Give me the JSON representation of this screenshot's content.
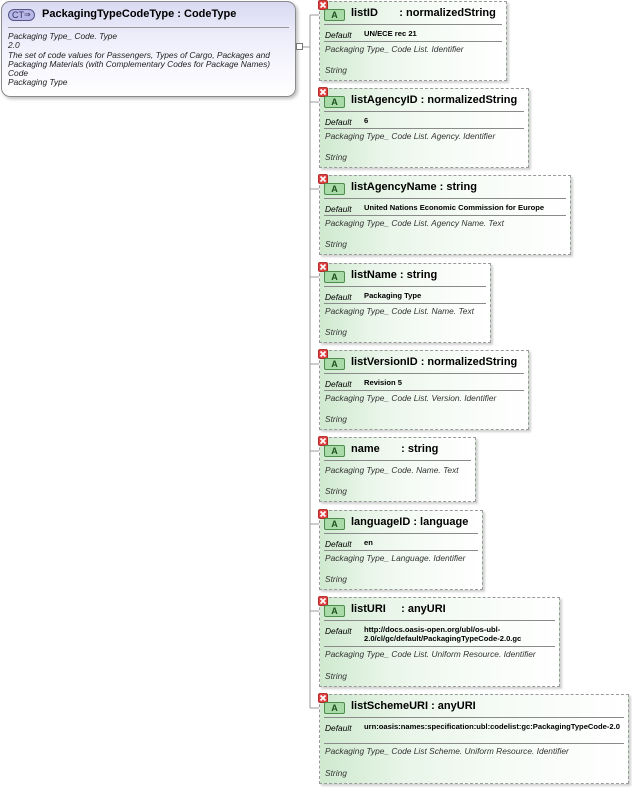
{
  "complex_type": {
    "badge": "CT",
    "name": "PackagingTypeCodeType : CodeType",
    "doc_lines": [
      "Packaging Type_ Code. Type",
      "2.0",
      "The set of code values for Passengers, Types of Cargo, Packages and Packaging Materials (with Complementary Codes for Package Names)",
      "Code",
      "Packaging Type"
    ]
  },
  "attributes": [
    {
      "name": "listID       : normalizedString",
      "default_label": "Default",
      "default": "UN/ECE rec 21",
      "doc": "Packaging Type_ Code List. Identifier",
      "type": "String"
    },
    {
      "name": "listAgencyID : normalizedString",
      "default_label": "Default",
      "default": "6",
      "doc": "Packaging Type_ Code List. Agency. Identifier",
      "type": "String"
    },
    {
      "name": "listAgencyName : string",
      "default_label": "Default",
      "default": "United Nations Economic Commission for Europe",
      "doc": "Packaging Type_ Code List. Agency Name. Text",
      "type": "String"
    },
    {
      "name": "listName : string",
      "default_label": "Default",
      "default": "Packaging Type",
      "doc": "Packaging Type_ Code List. Name. Text",
      "type": "String"
    },
    {
      "name": "listVersionID : normalizedString",
      "default_label": "Default",
      "default": "Revision 5",
      "doc": "Packaging Type_ Code List. Version. Identifier",
      "type": "String"
    },
    {
      "name": "name       : string",
      "default_label": "",
      "default": "",
      "doc": "Packaging Type_ Code. Name. Text",
      "type": "String"
    },
    {
      "name": "languageID : language",
      "default_label": "Default",
      "default": "en",
      "doc": "Packaging Type_ Language. Identifier",
      "type": "String"
    },
    {
      "name": "listURI     : anyURI",
      "default_label": "Default",
      "default": "http://docs.oasis-open.org/ubl/os-ubl-2.0/cl/gc/default/PackagingTypeCode-2.0.gc",
      "doc": "Packaging Type_ Code List. Uniform Resource. Identifier",
      "type": "String"
    },
    {
      "name": "listSchemeURI : anyURI",
      "default_label": "Default",
      "default": "urn:oasis:names:specification:ubl:codelist:gc:PackagingTypeCode-2.0",
      "doc": "Packaging Type_ Code List Scheme. Uniform Resource. Identifier",
      "type": "String"
    }
  ],
  "colors": {
    "ct_fill": "#d9d9f2",
    "attr_fill": "#cfe9cf",
    "a_badge": "#a8dba8",
    "prohibited_icon": "#cc2222"
  },
  "icons": {
    "ct_badge": "complex-type-icon",
    "attr_badge": "attribute-icon",
    "prohibited": "prohibited-x-icon"
  }
}
